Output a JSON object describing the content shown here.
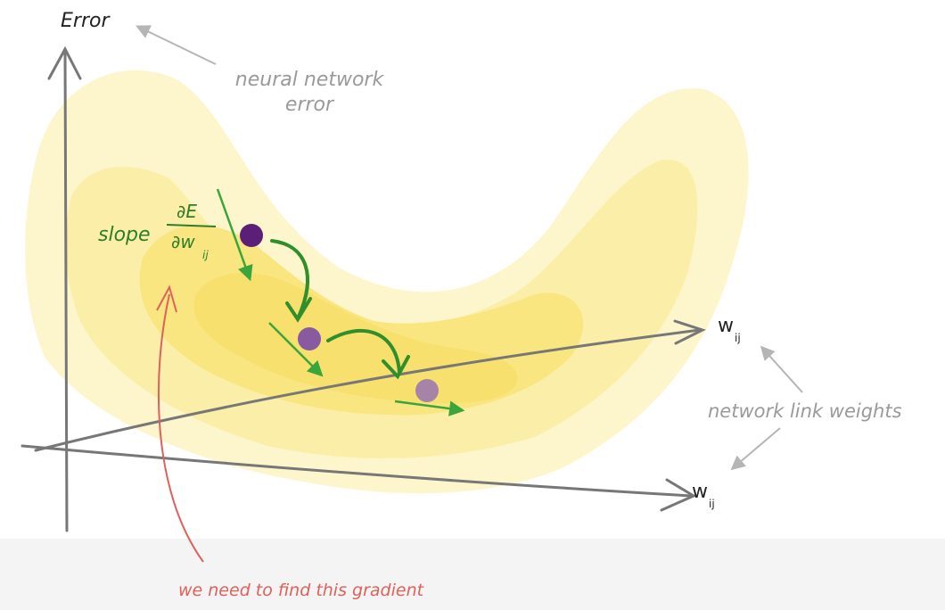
{
  "axis_labels": {
    "error": "Error",
    "weight_axis_1": "w",
    "weight_axis_1_sub": "ij",
    "weight_axis_2": "w",
    "weight_axis_2_sub": "ij"
  },
  "annotations": {
    "neural_network_error_line1": "neural network",
    "neural_network_error_line2": "error",
    "network_link_weights": "network link weights",
    "gradient_note": "we need to find this gradient"
  },
  "slope": {
    "label": "slope",
    "numerator": "∂E",
    "denominator": "∂w",
    "denominator_sub": "ij"
  },
  "colors": {
    "text_dark": "#222222",
    "annotation_gray": "#9a9a9a",
    "axis_gray": "#777777",
    "slope_green": "#2f7d2a",
    "arrow_green": "#3aa53a",
    "note_red": "#e0605a",
    "ball_1": "#5b1f7a",
    "ball_2": "#8a5aa0",
    "ball_3": "#a684a8",
    "surface_outer": "#fdf6cc",
    "surface_mid": "#fbeea8",
    "surface_inner": "#f9e680",
    "surface_core": "#f7df6a"
  }
}
